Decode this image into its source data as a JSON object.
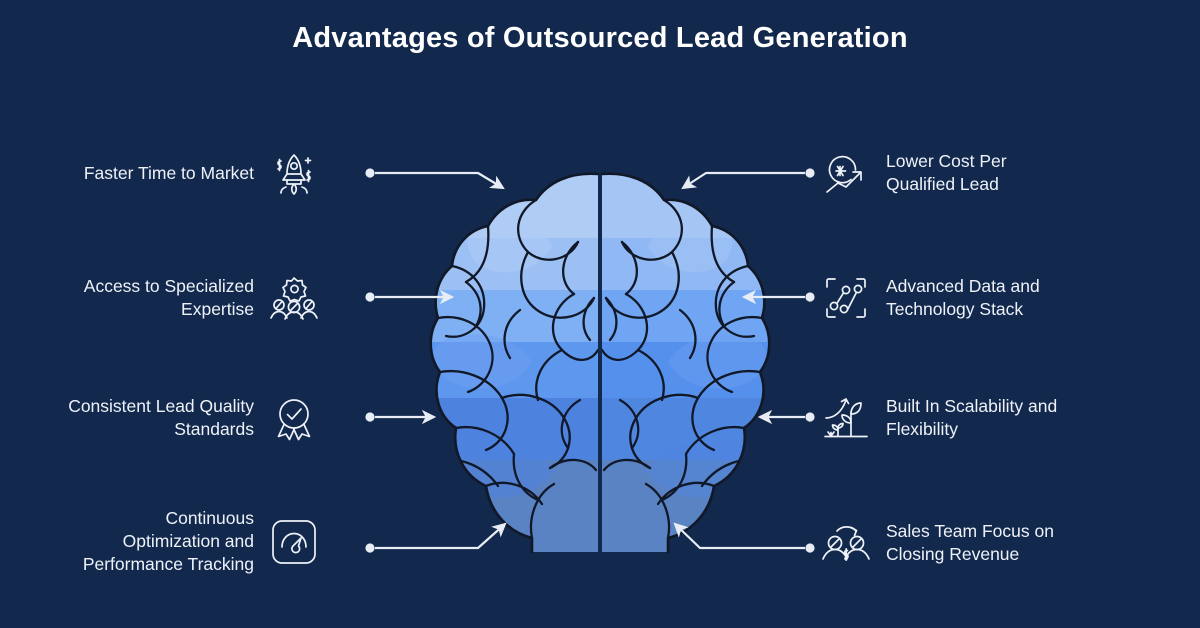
{
  "page": {
    "title": "Advantages of Outsourced Lead Generation",
    "background_color": "#12284c",
    "text_color": "#eef2f8",
    "connector_color": "#e8ecf4"
  },
  "center_graphic": {
    "name": "brain-illustration",
    "description": "Top-down view of a human brain split into two hemispheres",
    "colors": {
      "top": "#afccf5",
      "upper_mid": "#7fb0f4",
      "mid": "#5590ed",
      "lower": "#4d82df",
      "bottom": "#5a83c4",
      "outline": "#111827"
    }
  },
  "left_items": [
    {
      "label": "Faster Time to Market",
      "icon": "rocket-money-icon",
      "connector": "elbow-down-right"
    },
    {
      "label": "Access to Specialized\nExpertise",
      "icon": "gear-people-icon",
      "connector": "straight-right"
    },
    {
      "label": "Consistent Lead Quality\nStandards",
      "icon": "quality-badge-icon",
      "connector": "straight-right"
    },
    {
      "label": "Continuous\nOptimization and\nPerformance Tracking",
      "icon": "performance-gauge-icon",
      "connector": "elbow-up-right"
    }
  ],
  "right_items": [
    {
      "label": "Lower Cost Per\nQualified Lead",
      "icon": "cost-down-trend-icon",
      "connector": "elbow-down-left"
    },
    {
      "label": "Advanced Data and\nTechnology Stack",
      "icon": "data-network-icon",
      "connector": "straight-left"
    },
    {
      "label": "Built In Scalability and\nFlexibility",
      "icon": "growth-plant-icon",
      "connector": "straight-left"
    },
    {
      "label": "Sales Team Focus on\nClosing Revenue",
      "icon": "sales-team-revenue-icon",
      "connector": "elbow-up-left"
    }
  ]
}
